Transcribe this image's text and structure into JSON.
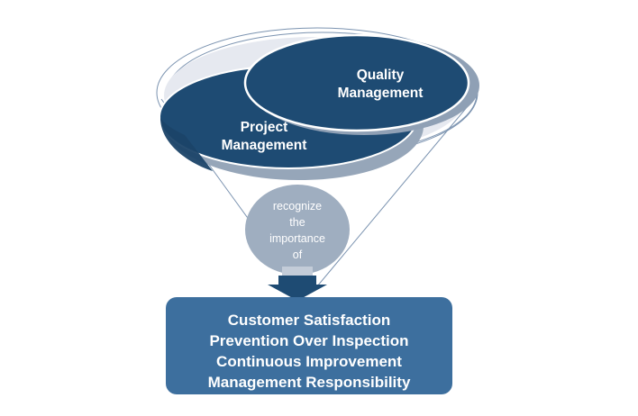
{
  "diagram": {
    "type": "funnel-diagram",
    "title": "Quality and Project Management Funnel",
    "background_color": "#ffffff",
    "palette": {
      "navy": "#1E4B73",
      "navy_dark": "#1B4368",
      "steel_blue": "#3D6F9E",
      "grey_blue": "#8FA0B5",
      "grey_blue_light": "#9FAEC0",
      "light_lavender": "#E6E9F0",
      "outline": "#7089A8",
      "text_white": "#FFFFFF"
    },
    "funnel": {
      "top_ellipse_label": "funnel-rim",
      "cone_label": "funnel-cone"
    },
    "ellipses": [
      {
        "id": "project-management",
        "label_line1": "Project",
        "label_line2": "Management",
        "fill": "#1E4B73"
      },
      {
        "id": "quality-management",
        "label_line1": "Quality",
        "label_line2": "Management",
        "fill": "#1E4B73"
      }
    ],
    "core_circle": {
      "id": "recognize-core",
      "fill": "#9FAEC0",
      "lines": [
        "recognize",
        "the",
        "importance",
        "of"
      ]
    },
    "arrow": {
      "id": "down-arrow",
      "direction": "down",
      "fill": "#1E4B73"
    },
    "outcome_box": {
      "id": "outcome-box",
      "fill": "#3D6F9E",
      "corner_radius": 12,
      "lines": [
        "Customer Satisfaction",
        "Prevention Over Inspection",
        "Continuous Improvement",
        "Management Responsibility"
      ]
    }
  }
}
